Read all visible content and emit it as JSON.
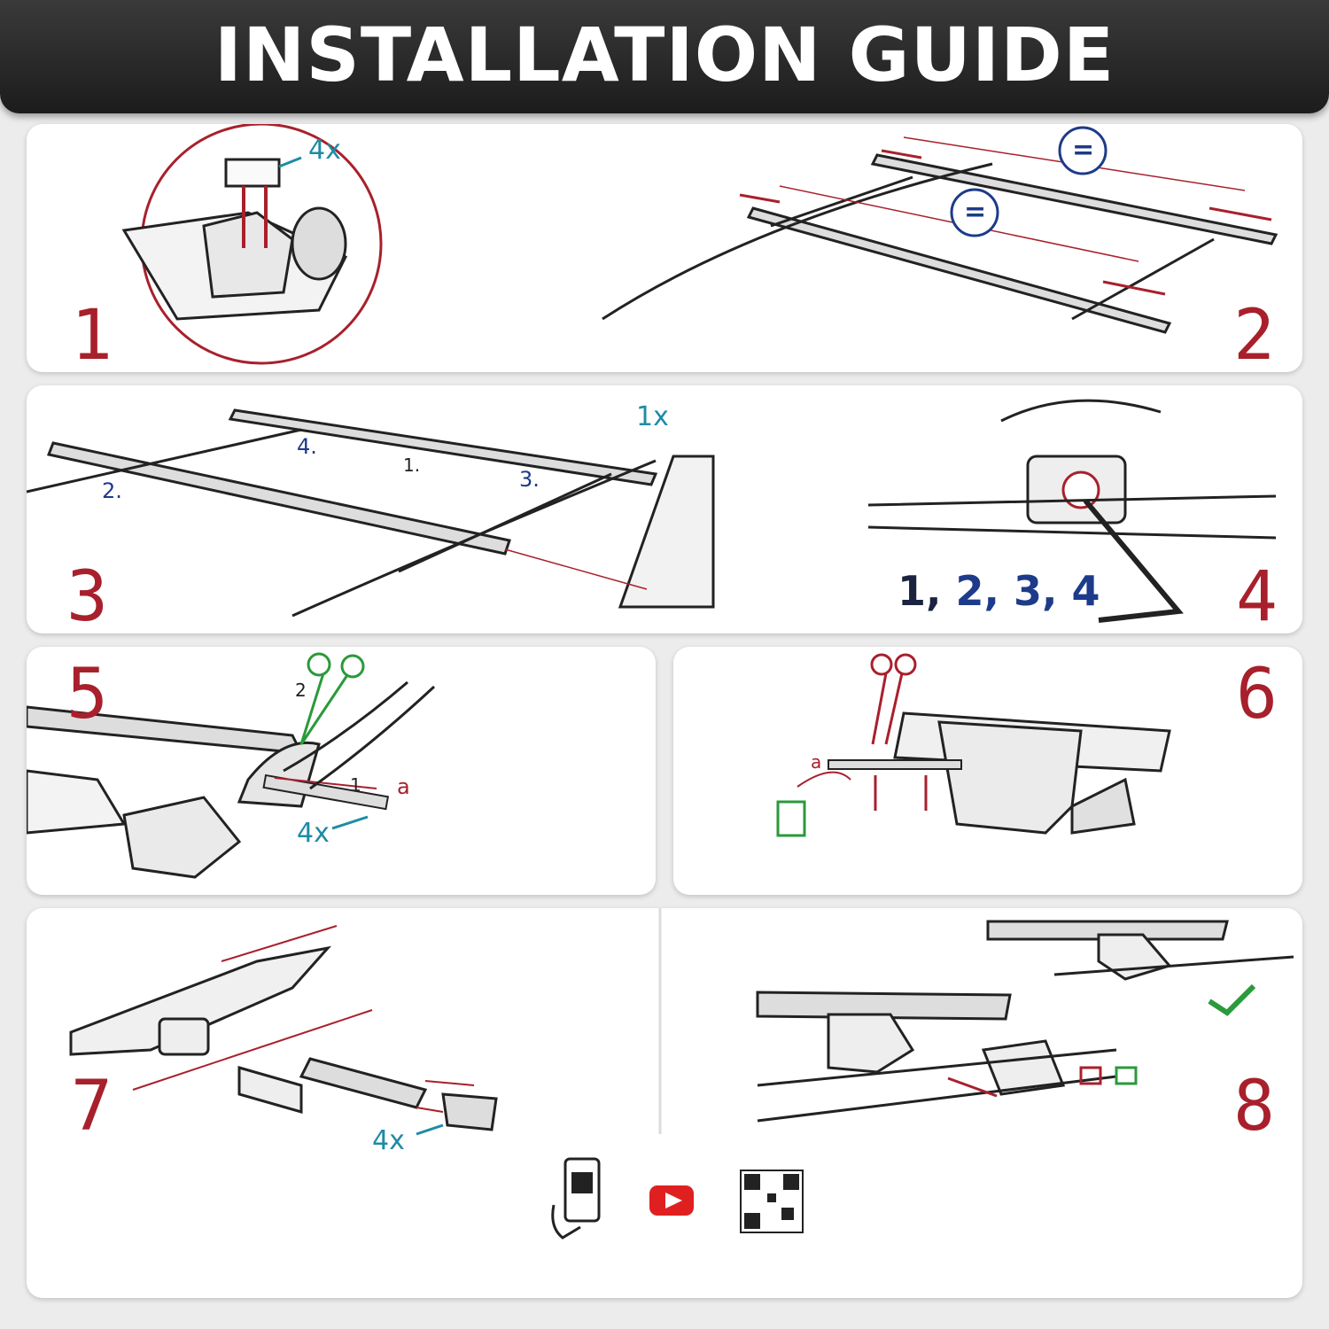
{
  "header": {
    "title": "INSTALLATION GUIDE"
  },
  "steps": [
    {
      "number": "1",
      "callout": "4x"
    },
    {
      "number": "2",
      "equal_symbol": "="
    },
    {
      "number": "3",
      "callout_amount": "1x",
      "labels": [
        "1.",
        "2.",
        "3.",
        "4."
      ]
    },
    {
      "number": "4",
      "sequence": [
        "1,",
        "2,",
        "3,",
        "4"
      ]
    },
    {
      "number": "5",
      "labels": [
        "2",
        "1",
        "a"
      ],
      "callout": "4x"
    },
    {
      "number": "6",
      "labels": [
        "a"
      ]
    },
    {
      "number": "7",
      "callout": "4x"
    },
    {
      "number": "8"
    }
  ],
  "colors": {
    "accent": "#a8202c",
    "teal": "#1e8ba5",
    "navy": "#1d3b8a",
    "ok": "#2a9a3a",
    "header_bg": "#1c1c1c"
  },
  "footer": {
    "icons": [
      "phone-qr-scan-icon",
      "youtube-icon",
      "qr-code-icon"
    ]
  }
}
